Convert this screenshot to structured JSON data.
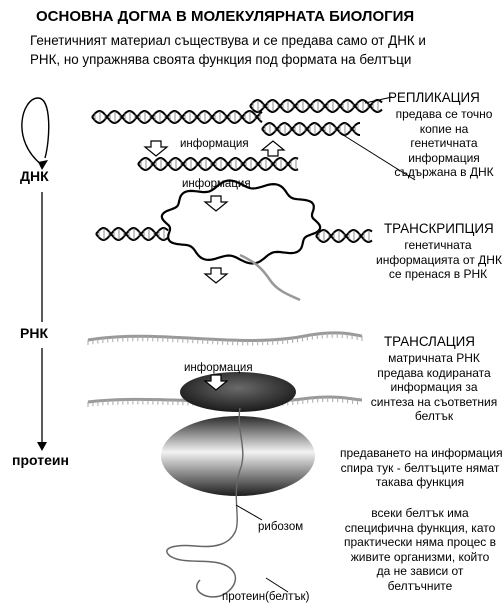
{
  "title": "ОСНОВНА ДОГМА В МОЛЕКУЛЯРНАТА БИОЛОГИЯ",
  "subtitle_lines": [
    "Генетичният материал съществува и се предава само от ДНК и",
    "РНК, но упражнява своята функция под формата на белтъци"
  ],
  "axis": {
    "dna": "ДНК",
    "rna": "РНК",
    "protein": "протеин"
  },
  "info_labels": [
    "информация",
    "информация",
    "информация"
  ],
  "replication": {
    "heading": "РЕПЛИКАЦИЯ",
    "lines": [
      "предава се точно",
      "копие на",
      "генетичната",
      "информация",
      "съдържана в ДНК"
    ]
  },
  "transcription": {
    "heading": "ТРАНСКРИПЦИЯ",
    "lines": [
      "генетичната",
      "информацията от ДНК",
      "се пренася в РНК"
    ]
  },
  "translation": {
    "heading": "ТРАНСЛАЦИЯ",
    "lines": [
      "матричната РНК",
      "предава кодираната",
      "информация за",
      "синтеза на съответния",
      "белтък"
    ]
  },
  "stop_note": [
    "предаването на информация",
    "спира тук - белтъците нямат",
    "такава функция"
  ],
  "function_note": [
    "всеки белтък има",
    "специфична функция, като",
    "практически няма процес в",
    "живите организми, който",
    "да не зависи от",
    "белтъчните"
  ],
  "labels": {
    "ribosome": "рибозом",
    "protein": "протеин(белтък)"
  }
}
